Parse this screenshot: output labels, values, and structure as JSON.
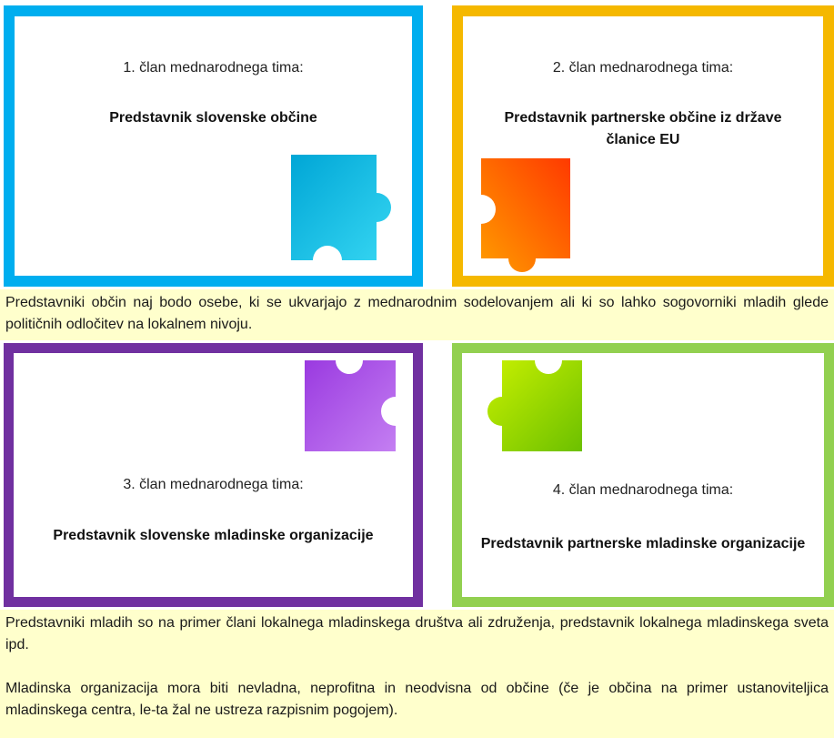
{
  "members": [
    {
      "label": "1. član mednarodnega tima:",
      "title": "Predstavnik slovenske občine",
      "border_color": "#00aeef",
      "piece_icon": "blue-puzzle-piece-icon"
    },
    {
      "label": "2. član mednarodnega tima:",
      "title": "Predstavnik partnerske občine iz države članice EU",
      "border_color": "#f5b800",
      "piece_icon": "orange-puzzle-piece-icon"
    },
    {
      "label": "3. član mednarodnega tima:",
      "title": "Predstavnik slovenske mladinske organizacije",
      "border_color": "#7030a0",
      "piece_icon": "purple-puzzle-piece-icon"
    },
    {
      "label": "4. član mednarodnega tima:",
      "title": "Predstavnik partnerske mladinske organizacije",
      "border_color": "#92d050",
      "piece_icon": "green-puzzle-piece-icon"
    }
  ],
  "notes": {
    "municipalities": "Predstavniki občin naj bodo osebe, ki se ukvarjajo z mednarodnim sodelovanjem ali ki so lahko sogovorniki mladih glede političnih odločitev na lokalnem nivoju.",
    "youth_1": "Predstavniki mladih so na primer člani lokalnega mladinskega društva ali združenja, predstavnik lokalnega mladinskega sveta ipd.",
    "youth_2": "Mladinska organizacija mora biti nevladna, neprofitna in neodvisna od občine (če je občina na primer ustanoviteljica mladinskega centra, le-ta žal ne ustreza razpisnim pogojem)."
  },
  "highlight_color": "#ffffcc"
}
